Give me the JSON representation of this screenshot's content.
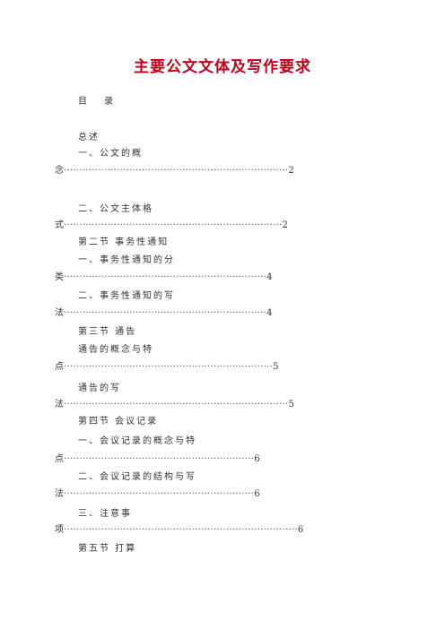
{
  "title": "主要公文文体及写作要求",
  "toc_heading": "目 录",
  "entries": [
    {
      "text": "总述"
    },
    {
      "text": "一、公文的概",
      "cont": "念",
      "page": "2",
      "n": 72
    },
    {
      "text": "二、公文主体格",
      "cont": "式",
      "page": "2",
      "n": 70
    },
    {
      "text": "第二节 事务性通知"
    },
    {
      "text": "一、事务性通知的分",
      "cont": "类",
      "page": "4",
      "n": 65
    },
    {
      "text": "二、事务性通知的写",
      "cont": "法",
      "page": "4",
      "n": 65
    },
    {
      "text": "第三节 通告"
    },
    {
      "text": "通告的概念与特",
      "cont": "点",
      "page": "5",
      "n": 67
    },
    {
      "text": "通告的写",
      "cont": "法",
      "page": "5",
      "n": 72
    },
    {
      "text": "第四节 会议记录"
    },
    {
      "text": "一、会议记录的概念与特",
      "cont": "点",
      "page": "6",
      "n": 61
    },
    {
      "text": "二、会议记录的结构与写",
      "cont": "法",
      "page": "6",
      "n": 61
    },
    {
      "text": "三、注意事",
      "cont": "项",
      "page": "6",
      "n": 75
    },
    {
      "text": "第五节 打算"
    }
  ]
}
